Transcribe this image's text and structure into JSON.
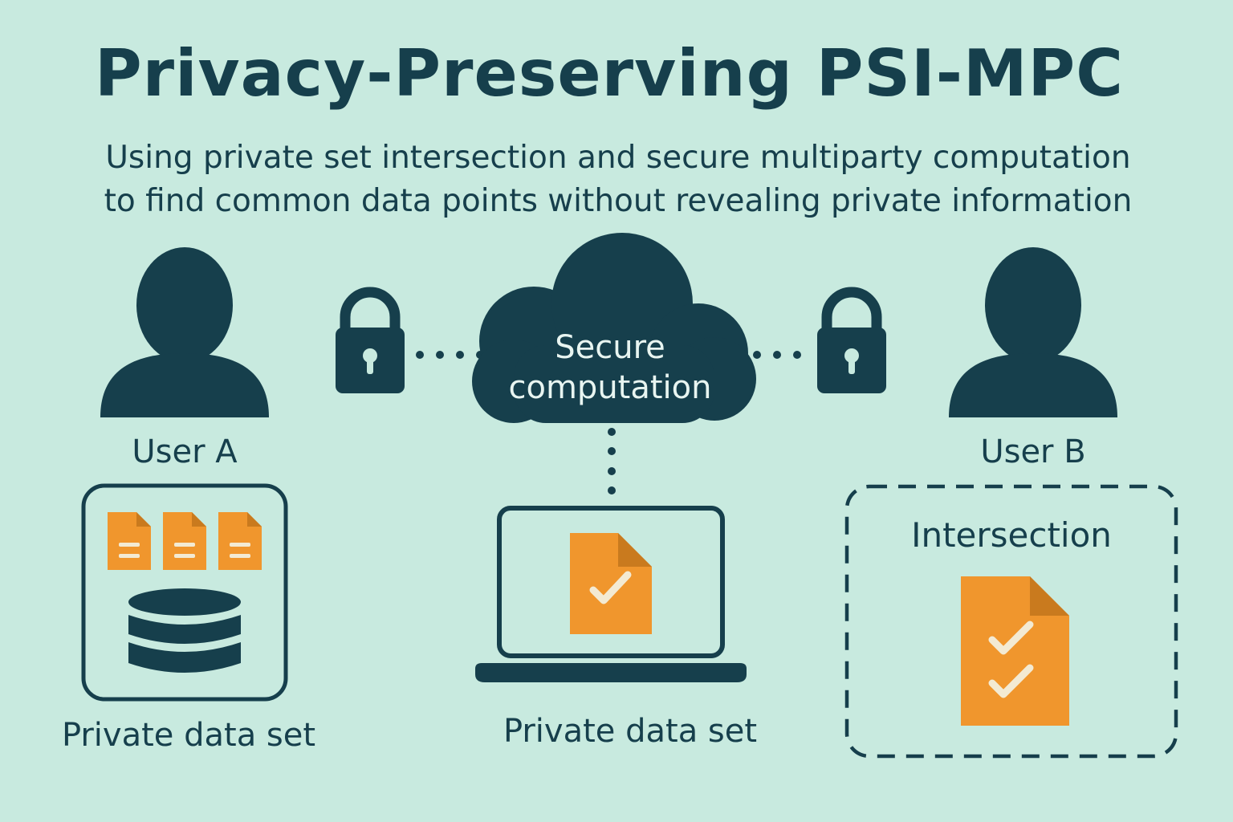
{
  "title": "Privacy-Preserving PSI-MPC",
  "subtitle_line1": "Using private set intersection and secure multiparty computation",
  "subtitle_line2": "to find common data points without revealing private information",
  "cloud_label_line1": "Secure",
  "cloud_label_line2": "computation",
  "user_a": {
    "label": "User A",
    "data_label": "Private data set"
  },
  "user_b": {
    "label": "User B"
  },
  "center": {
    "data_label": "Private data set"
  },
  "intersection": {
    "label": "Intersection"
  },
  "colors": {
    "background": "#c8eadf",
    "dark": "#163f4c",
    "accent": "#f0962d",
    "light": "#f3ead3"
  },
  "icons": [
    "user-icon",
    "lock-icon",
    "cloud-icon",
    "file-icon",
    "database-icon",
    "laptop-icon",
    "check-icon"
  ]
}
